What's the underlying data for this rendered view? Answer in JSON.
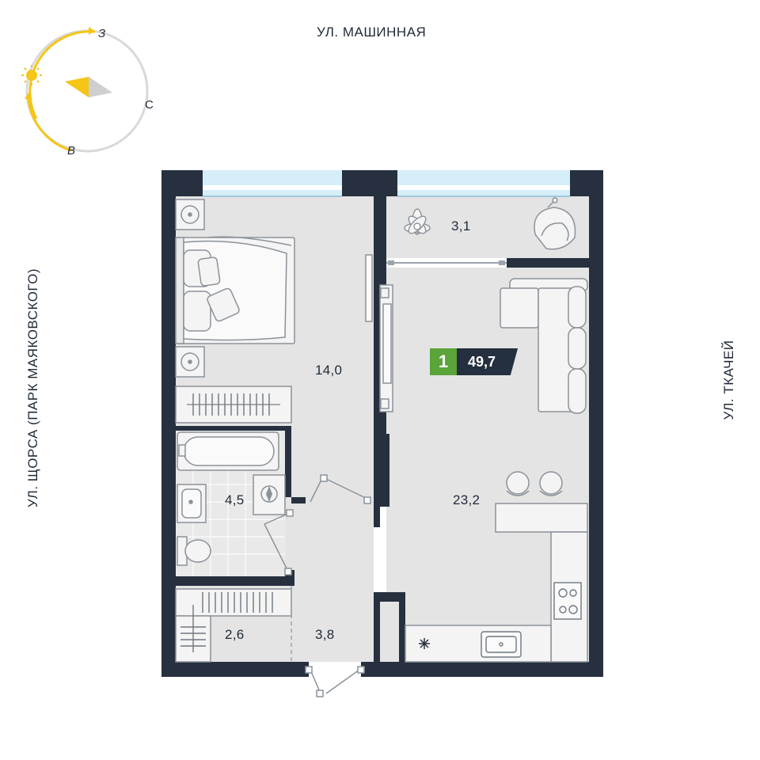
{
  "streets": {
    "top": "УЛ. МАШИННАЯ",
    "left": "УЛ. ЩОРСА (ПАРК МАЯКОВСКОГО)",
    "right": "УЛ. ТКАЧЕЙ"
  },
  "compass": {
    "west": "З",
    "north": "С",
    "east": "В"
  },
  "apartment": {
    "rooms_count": "1",
    "total_area": "49,7"
  },
  "rooms": {
    "bedroom": "14,0",
    "balcony": "3,1",
    "living_kitchen": "23,2",
    "bathroom": "4,5",
    "storage": "2,6",
    "hallway": "3,8"
  },
  "colors": {
    "wall": "#26303f",
    "floor": "#e4e4e4",
    "furniture": "#f2f2f2",
    "window": "#d6eef8",
    "accent_green": "#5aa43a",
    "sun": "#f5c518"
  }
}
